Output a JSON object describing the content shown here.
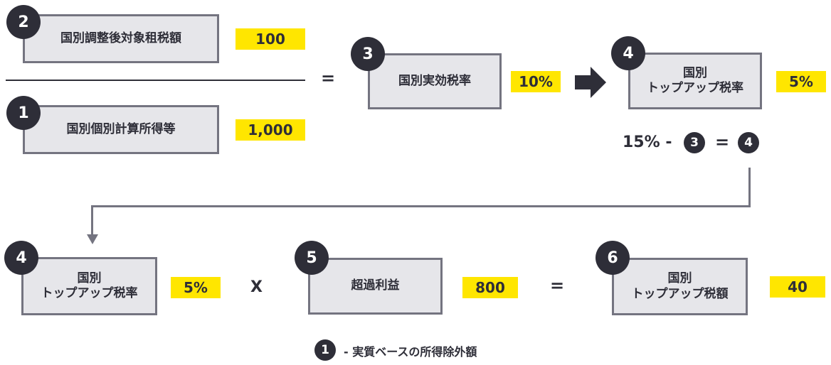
{
  "row1": {
    "numerator": {
      "num": "2",
      "label": "国別調整後対象租税額",
      "value": "100"
    },
    "denominator": {
      "num": "1",
      "label": "国別個別計算所得等",
      "value": "1,000"
    },
    "equals": "=",
    "etr": {
      "num": "3",
      "label": "国別実効税率",
      "value": "10%"
    },
    "topup_rate": {
      "num": "4",
      "label_line1": "国別",
      "label_line2": "トップアップ税率",
      "value": "5%"
    },
    "formula": {
      "prefix": "15% -",
      "ref_a": "3",
      "eq": "=",
      "ref_b": "4"
    }
  },
  "row2": {
    "topup_rate": {
      "num": "4",
      "label_line1": "国別",
      "label_line2": "トップアップ税率",
      "value": "5%"
    },
    "times": "X",
    "excess_profit": {
      "num": "5",
      "label": "超過利益",
      "value": "800"
    },
    "equals": "=",
    "topup_tax": {
      "num": "6",
      "label_line1": "国別",
      "label_line2": "トップアップ税額",
      "value": "40"
    }
  },
  "footnote": {
    "num": "1",
    "text": "- 実質ベースの所得除外額"
  },
  "colors": {
    "highlight": "#ffe600",
    "box_fill": "#e6e6ea",
    "box_border": "#747480",
    "badge": "#2e2e38"
  }
}
